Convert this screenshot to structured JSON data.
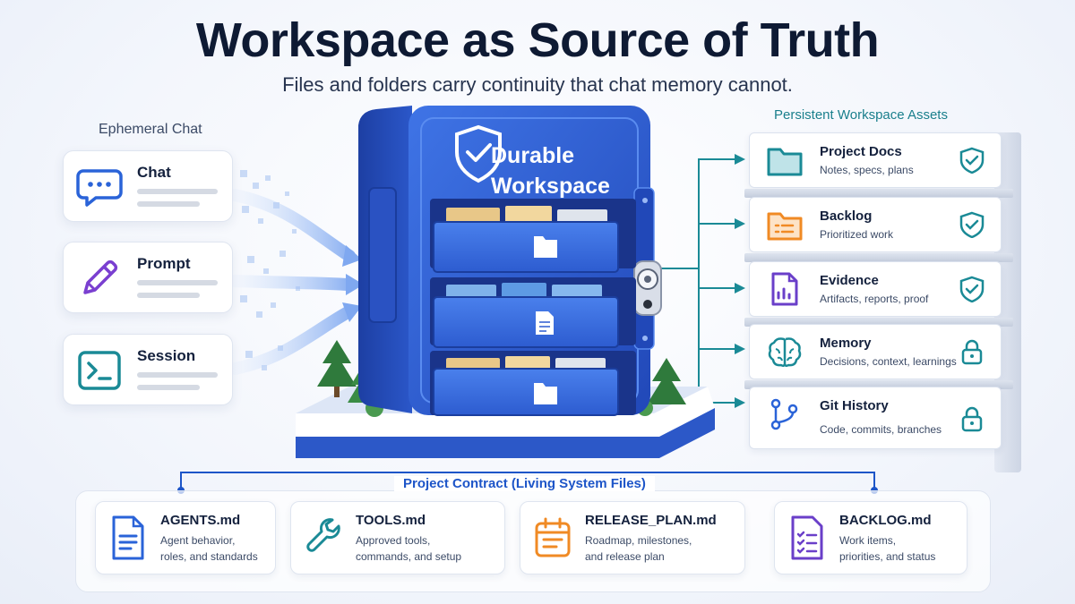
{
  "header": {
    "title": "Workspace as Source of Truth",
    "subtitle": "Files and folders carry continuity that chat memory cannot."
  },
  "left": {
    "heading": "Ephemeral Chat",
    "items": [
      {
        "label": "Chat",
        "icon": "chat-bubble-icon"
      },
      {
        "label": "Prompt",
        "icon": "pencil-icon"
      },
      {
        "label": "Session",
        "icon": "terminal-icon"
      }
    ]
  },
  "vault": {
    "title_line1": "Durable",
    "title_line2": "Workspace"
  },
  "right": {
    "heading": "Persistent Workspace Assets",
    "items": [
      {
        "name": "Project Docs",
        "desc": "Notes, specs, plans",
        "icon": "folder-icon",
        "badge": "shield-check-icon"
      },
      {
        "name": "Backlog",
        "desc": "Prioritized work",
        "icon": "list-folder-icon",
        "badge": "shield-check-icon"
      },
      {
        "name": "Evidence",
        "desc": "Artifacts, reports, proof",
        "icon": "chart-document-icon",
        "badge": "shield-check-icon"
      },
      {
        "name": "Memory",
        "desc": "Decisions, context, learnings",
        "icon": "brain-icon",
        "badge": "lock-icon"
      },
      {
        "name": "Git History",
        "desc": "Code, commits, branches",
        "icon": "git-branch-icon",
        "badge": "lock-icon"
      }
    ]
  },
  "contract": {
    "heading": "Project Contract (Living System Files)",
    "files": [
      {
        "name": "AGENTS.md",
        "line1": "Agent behavior,",
        "line2": "roles, and standards",
        "icon": "document-icon"
      },
      {
        "name": "TOOLS.md",
        "line1": "Approved tools,",
        "line2": "commands, and setup",
        "icon": "wrench-icon"
      },
      {
        "name": "RELEASE_PLAN.md",
        "line1": "Roadmap, milestones,",
        "line2": "and release plan",
        "icon": "calendar-icon"
      },
      {
        "name": "BACKLOG.md",
        "line1": "Work items,",
        "line2": "priorities, and status",
        "icon": "checklist-icon"
      }
    ]
  },
  "colors": {
    "vault_blue": "#2f5fd6",
    "teal": "#1a8a96",
    "orange": "#f08a24",
    "purple": "#6a3fc9",
    "accent_blue": "#1d55c8"
  }
}
